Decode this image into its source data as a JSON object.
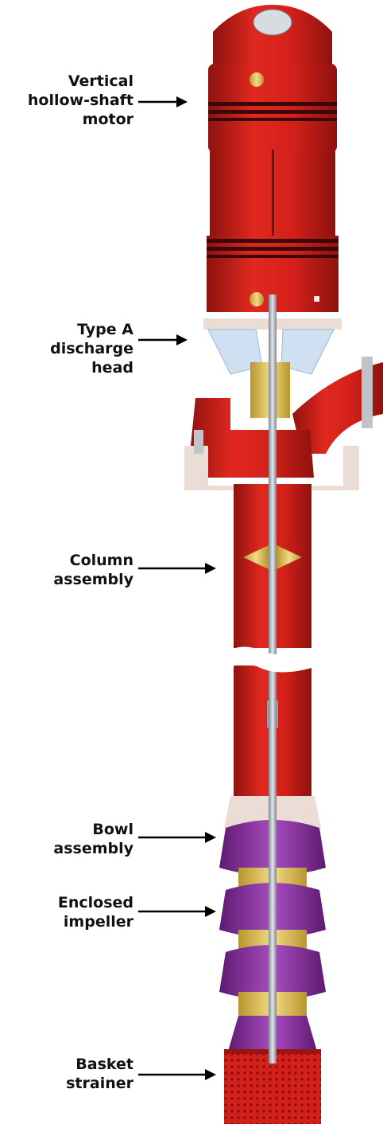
{
  "labels": {
    "motor": [
      "Vertical",
      "hollow-shaft",
      "motor"
    ],
    "head": [
      "Type A",
      "discharge",
      "head"
    ],
    "column": [
      "Column",
      "assembly"
    ],
    "bowl": [
      "Bowl",
      "assembly"
    ],
    "impeller": [
      "Enclosed",
      "impeller"
    ],
    "strainer": [
      "Basket",
      "strainer"
    ]
  },
  "colors": {
    "body_red": "#d4201a",
    "dark_red": "#9b1410",
    "shaft": "#b8bcc4",
    "brass": "#e2c35a",
    "purple": "#8a2fa0",
    "flange": "#ecdcd6",
    "glass": "#cfe0f2"
  }
}
